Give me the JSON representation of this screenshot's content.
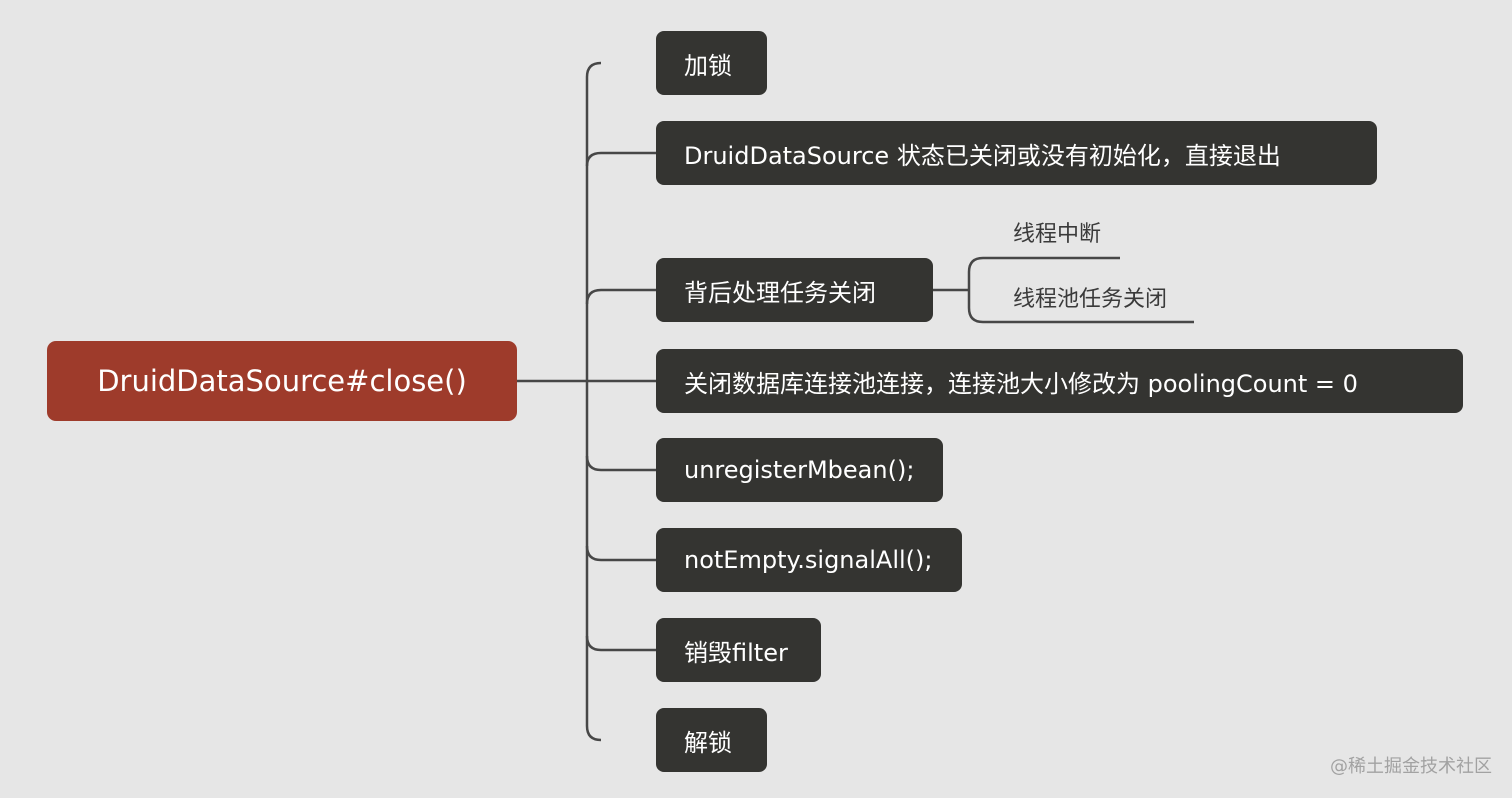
{
  "root": {
    "label": "DruidDataSource#close()"
  },
  "children": [
    {
      "label": "加锁"
    },
    {
      "label": "DruidDataSource 状态已关闭或没有初始化，直接退出"
    },
    {
      "label": "背后处理任务关闭",
      "children": [
        {
          "label": "线程中断"
        },
        {
          "label": "线程池任务关闭"
        }
      ]
    },
    {
      "label": "关闭数据库连接池连接，连接池大小修改为 poolingCount = 0"
    },
    {
      "label": "unregisterMbean();"
    },
    {
      "label": "notEmpty.signalAll();"
    },
    {
      "label": "销毁filter"
    },
    {
      "label": "解锁"
    }
  ],
  "watermark": "@稀土掘金技术社区",
  "colors": {
    "background": "#e6e6e6",
    "root": "#9e3b2b",
    "node": "#343431",
    "line": "#474747"
  }
}
